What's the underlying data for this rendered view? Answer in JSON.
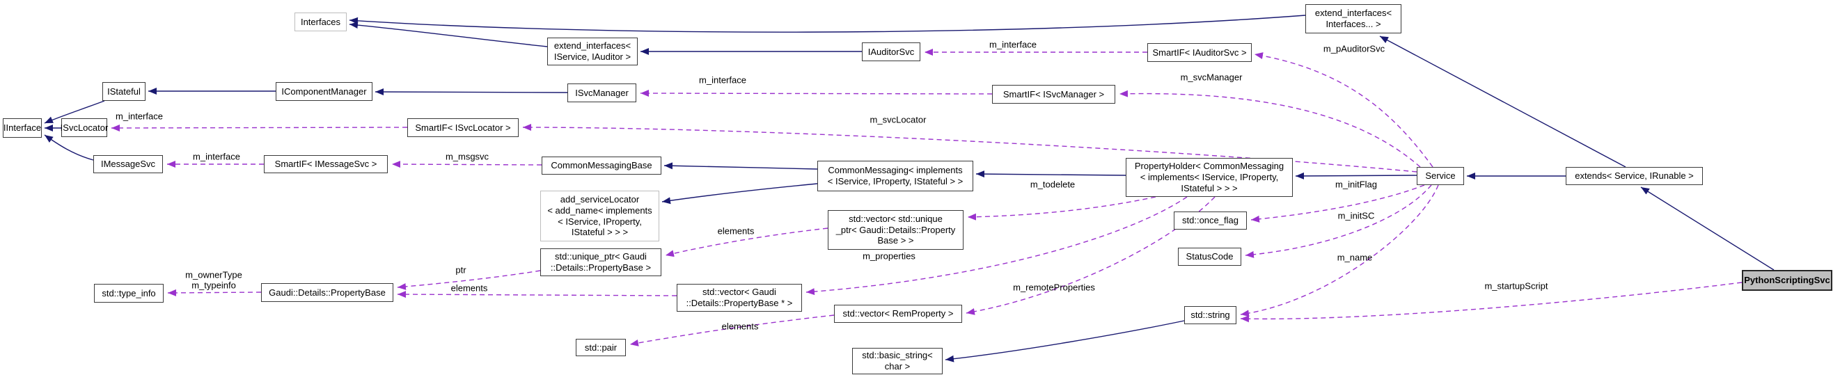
{
  "diagram": {
    "kind": "doxygen-collaboration-graph",
    "highlighted_node": "PythonScriptingSvc",
    "colors": {
      "inheritance_edge": "#191970",
      "usage_edge": "#9a32cd",
      "box_border": "#3a3a3a",
      "undocumented_border": "#bdbdbd",
      "highlight_fill": "#bfbfbf",
      "background": "#ffffff"
    }
  },
  "nodes": {
    "interfaces": {
      "label": "Interfaces"
    },
    "extend_interfaces_iservice_iauditor": {
      "label": "extend_interfaces<\nIService, IAuditor >"
    },
    "iauditorsvc": {
      "label": "IAuditorSvc"
    },
    "smartif_iauditorsvc": {
      "label": "SmartIF< IAuditorSvc >"
    },
    "extend_interfaces_variadic": {
      "label": "extend_interfaces<\nInterfaces... >"
    },
    "istateful": {
      "label": "IStateful"
    },
    "icomponentmanager": {
      "label": "IComponentManager"
    },
    "isvcmanager": {
      "label": "ISvcManager"
    },
    "smartif_isvcmanager": {
      "label": "SmartIF< ISvcManager >"
    },
    "iinterface": {
      "label": "IInterface"
    },
    "isvclocator": {
      "label": "ISvcLocator"
    },
    "smartif_isvclocator": {
      "label": "SmartIF< ISvcLocator >"
    },
    "imessagesvc": {
      "label": "IMessageSvc"
    },
    "smartif_imessagesvc": {
      "label": "SmartIF< IMessageSvc >"
    },
    "commonmessagingbase": {
      "label": "CommonMessagingBase"
    },
    "commonmessaging": {
      "label": "CommonMessaging< implements\n< IService, IProperty, IStateful > >"
    },
    "add_servicelocator": {
      "label": "add_serviceLocator\n< add_name< implements\n< IService, IProperty,\nIStateful > > >"
    },
    "propertyholder": {
      "label": "PropertyHolder< CommonMessaging\n< implements< IService, IProperty,\nIStateful > > >"
    },
    "service": {
      "label": "Service"
    },
    "extends_service_irunable": {
      "label": "extends< Service, IRunable >"
    },
    "pythonscriptingsvc": {
      "label": "PythonScriptingSvc"
    },
    "vector_unique_ptr_propertybase": {
      "label": "std::vector< std::unique\n_ptr< Gaudi::Details::Property\nBase > >"
    },
    "unique_ptr_propertybase": {
      "label": "std::unique_ptr< Gaudi\n::Details::PropertyBase >"
    },
    "vector_propertybase_ptr": {
      "label": "std::vector< Gaudi\n::Details::PropertyBase * >"
    },
    "gaudi_details_propertybase": {
      "label": "Gaudi::Details::PropertyBase"
    },
    "std_type_info": {
      "label": "std::type_info"
    },
    "vector_remproperty": {
      "label": "std::vector< RemProperty >"
    },
    "std_pair": {
      "label": "std::pair"
    },
    "std_basic_string_char": {
      "label": "std::basic_string<\nchar >"
    },
    "std_string": {
      "label": "std::string"
    },
    "std_once_flag": {
      "label": "std::once_flag"
    },
    "statuscode": {
      "label": "StatusCode"
    }
  },
  "edge_labels": [
    {
      "text": "m_interface"
    },
    {
      "text": "m_pAuditorSvc"
    },
    {
      "text": "m_interface"
    },
    {
      "text": "m_svcManager"
    },
    {
      "text": "m_interface"
    },
    {
      "text": "m_svcLocator"
    },
    {
      "text": "m_interface"
    },
    {
      "text": "m_msgsvc"
    },
    {
      "text": "m_todelete"
    },
    {
      "text": "m_properties"
    },
    {
      "text": "m_remoteProperties"
    },
    {
      "text": "elements"
    },
    {
      "text": "ptr"
    },
    {
      "text": "elements"
    },
    {
      "text": "elements"
    },
    {
      "text": "m_ownerType"
    },
    {
      "text": "m_typeinfo"
    },
    {
      "text": "m_initFlag"
    },
    {
      "text": "m_initSC"
    },
    {
      "text": "m_name"
    },
    {
      "text": "m_startupScript"
    }
  ]
}
